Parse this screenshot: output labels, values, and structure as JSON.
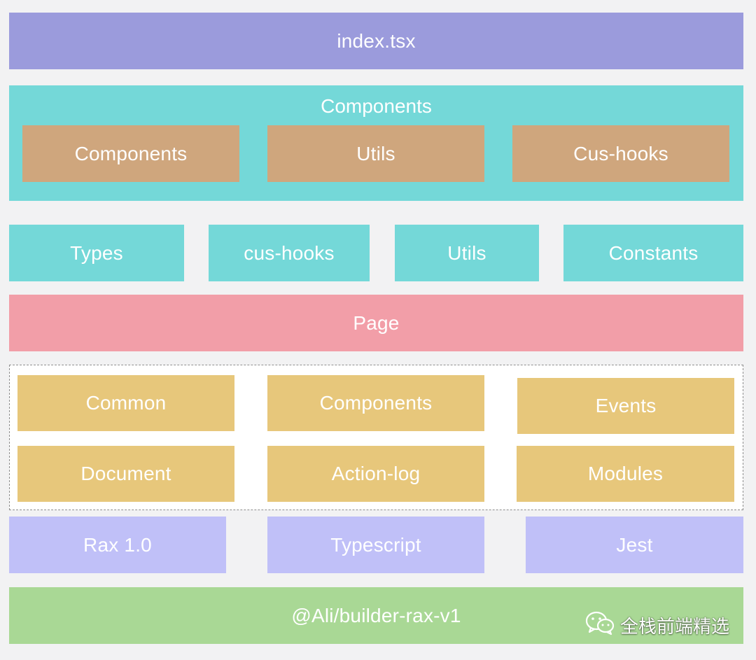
{
  "top": {
    "label": "index.tsx"
  },
  "components_section": {
    "title": "Components",
    "items": [
      "Components",
      "Utils",
      "Cus-hooks"
    ]
  },
  "shared_row": [
    "Types",
    "cus-hooks",
    "Utils",
    "Constants"
  ],
  "page": {
    "label": "Page"
  },
  "modules_group": {
    "row1": [
      "Common",
      "Components",
      "Events"
    ],
    "row2": [
      "Document",
      "Action-log",
      "Modules"
    ]
  },
  "tech_row": [
    "Rax 1.0",
    "Typescript",
    "Jest"
  ],
  "builder": {
    "label": "@Ali/builder-rax-v1"
  },
  "watermark": {
    "text": "全栈前端精选",
    "icon": "wechat-icon"
  },
  "colors": {
    "background": "#f2f2f3",
    "purple": "#9b9bdc",
    "teal": "#74d8d8",
    "tan": "#cfa67d",
    "pink": "#f29ea8",
    "gold": "#e7c77b",
    "lavender": "#c0c0f8",
    "green": "#a9d895"
  }
}
